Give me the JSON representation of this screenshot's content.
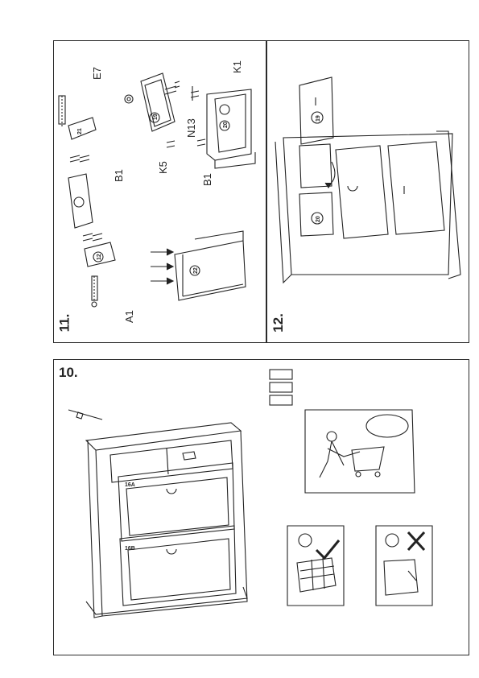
{
  "steps": {
    "s11": "11.",
    "s12": "12.",
    "s10": "10."
  },
  "step11": {
    "labels": [
      "E7",
      "K1",
      "N13",
      "K5",
      "B1",
      "B1",
      "A1"
    ],
    "circled": [
      "19",
      "20",
      "21",
      "12",
      "22"
    ]
  },
  "step12": {
    "circled": [
      "19",
      "20"
    ]
  },
  "step10": {
    "drawer_top": "16A",
    "drawer_bottom": "16B"
  },
  "icons": [
    "screws-shopping-cart-icon",
    "brick-wall-ok-icon",
    "wood-board-not-ok-icon",
    "smiley-happy-icon",
    "smiley-sad-icon",
    "check-mark-icon",
    "cross-mark-icon"
  ]
}
